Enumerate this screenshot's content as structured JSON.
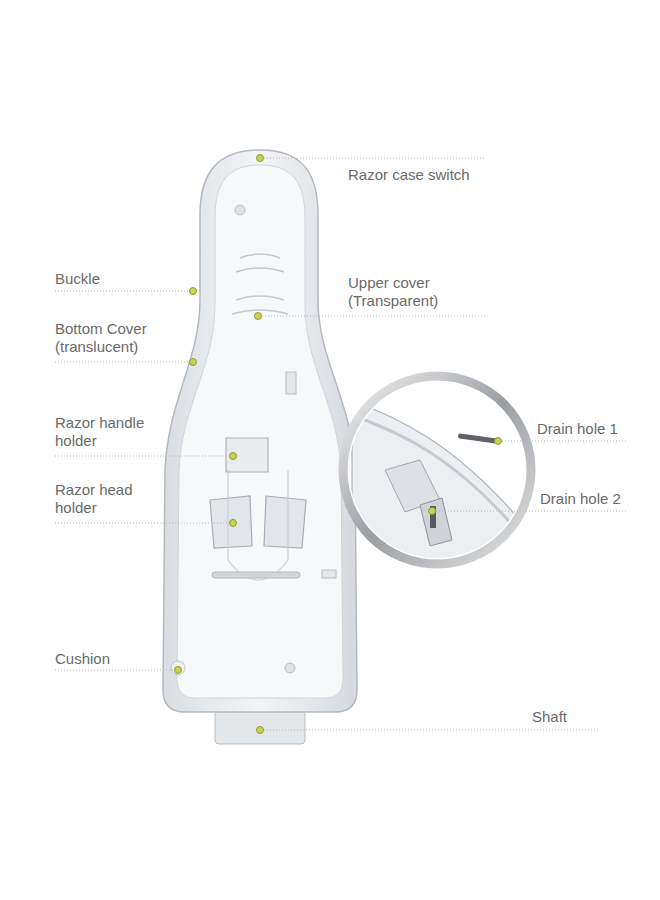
{
  "diagram": {
    "labels": [
      "Razor case switch",
      "Buckle",
      "Upper cover (Transparent)",
      "Bottom Cover (translucent)",
      "Razor handle holder",
      "Drain hole 1",
      "Razor head holder",
      "Drain hole 2",
      "Cushion",
      "Shaft"
    ]
  }
}
